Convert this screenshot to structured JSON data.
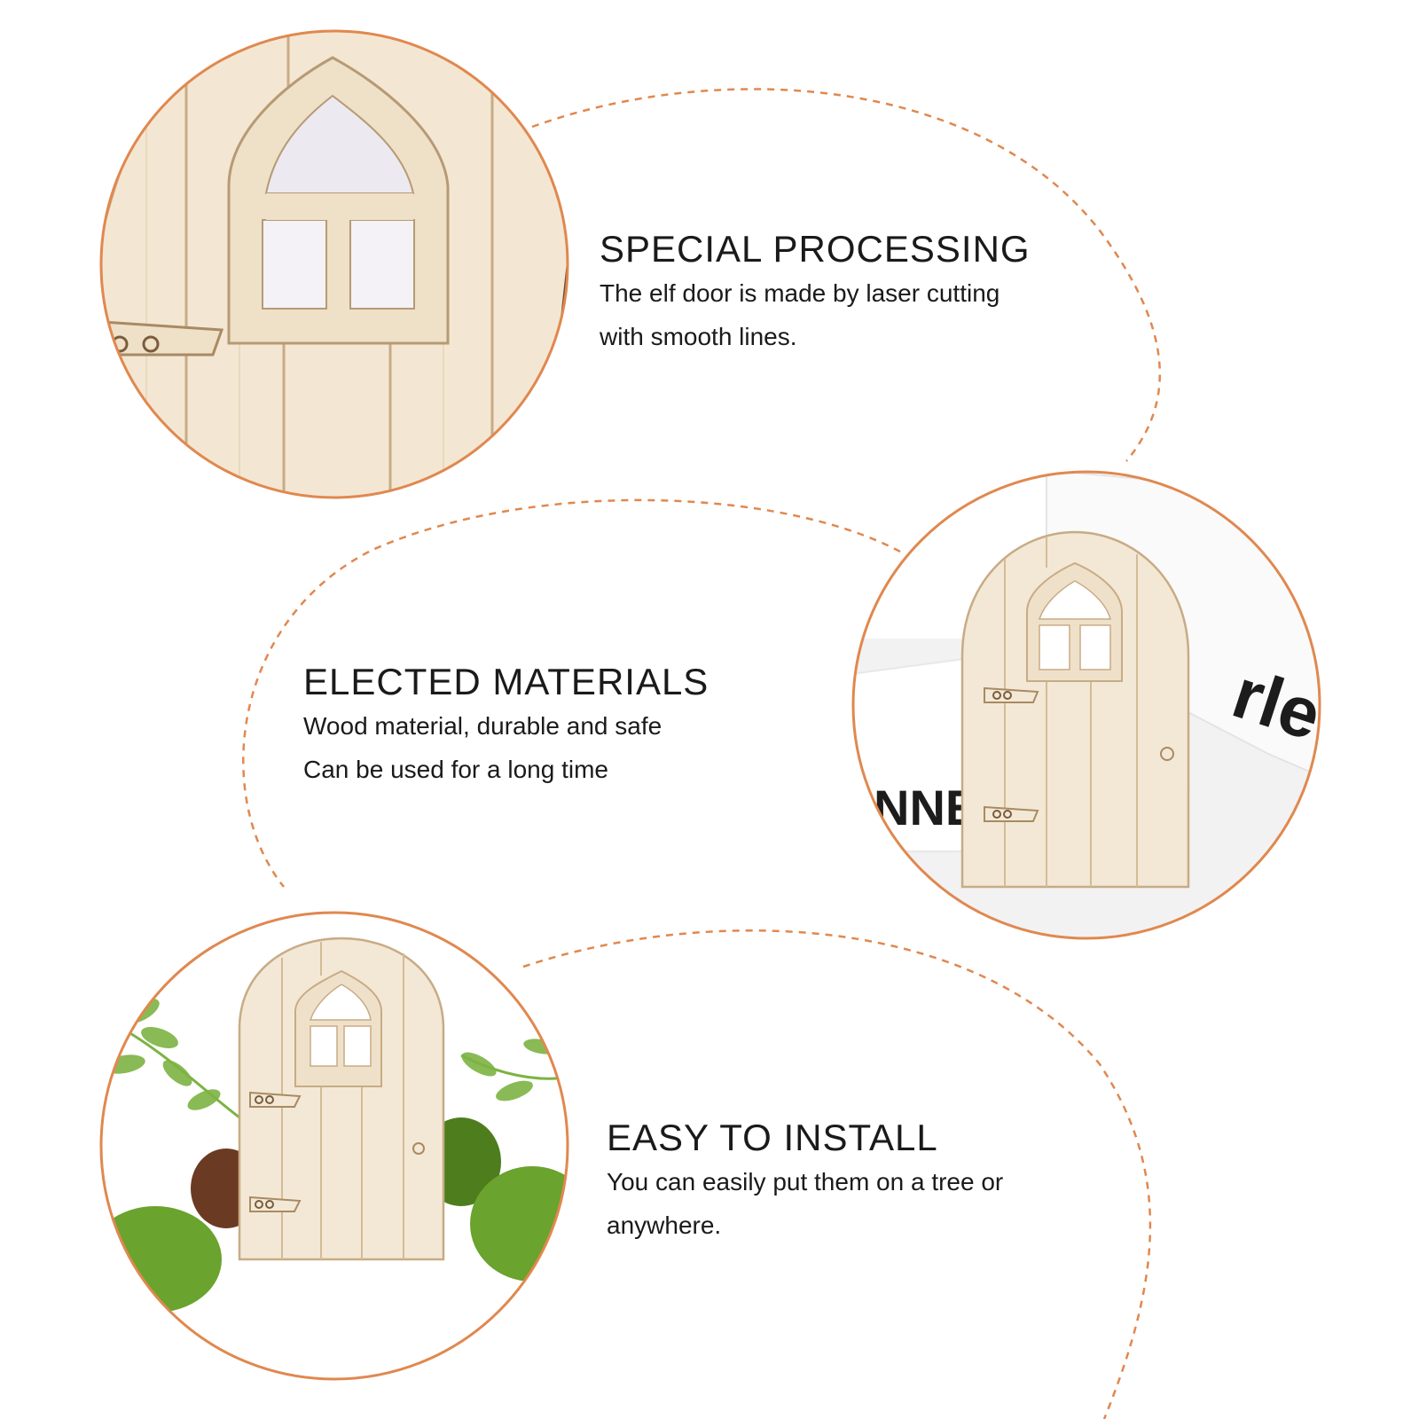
{
  "theme": {
    "accent": "#e0884f",
    "wood_light": "#f3e7d3",
    "wood_mid": "#e8d6b8",
    "wood_line": "#bfa27c",
    "leaf_green": "#7cb342",
    "moss_green": "#6aa32d"
  },
  "features": [
    {
      "title": "SPECIAL PROCESSING",
      "lines": [
        "The elf door is made by laser cutting",
        "with smooth lines."
      ]
    },
    {
      "title": "ELECTED MATERIALS",
      "lines": [
        "Wood material, durable and safe",
        "Can be used for a long time"
      ]
    },
    {
      "title": "EASY TO INSTALL",
      "lines": [
        "You can easily put them on a tree or",
        "anywhere."
      ]
    }
  ],
  "photos": {
    "middle_box_print": "rle",
    "middle_box_print_bottom": "NNE"
  }
}
